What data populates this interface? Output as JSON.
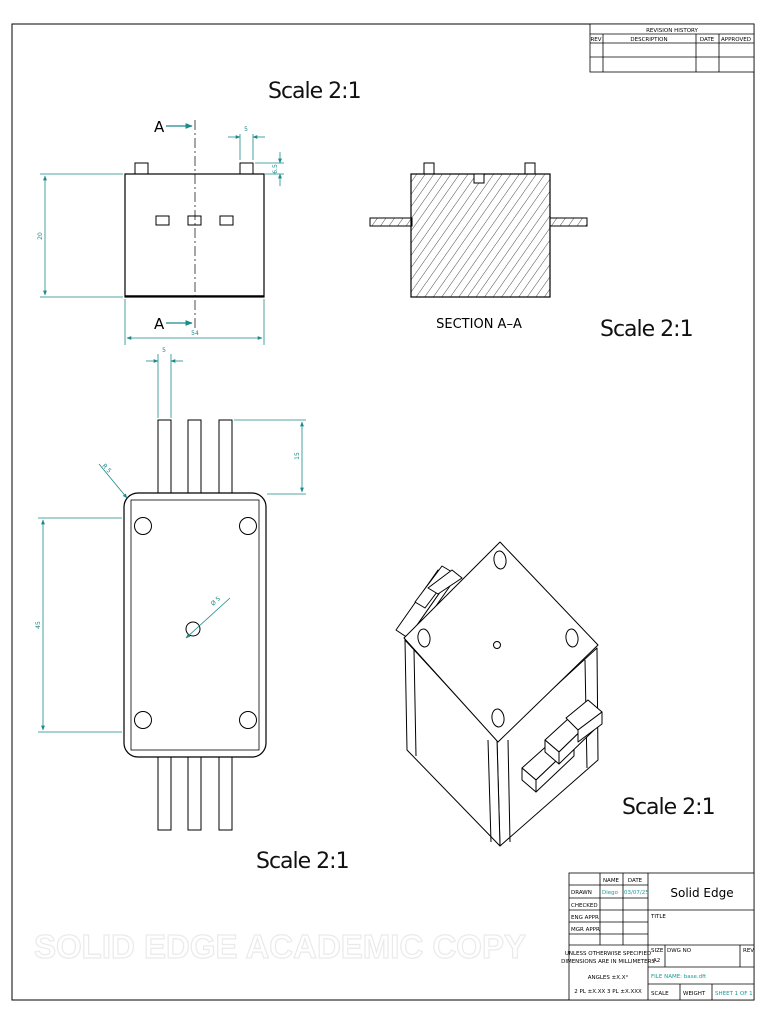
{
  "revision": {
    "title": "REVISION HISTORY",
    "columns": [
      "REV",
      "DESCRIPTION",
      "DATE",
      "APPROVED"
    ]
  },
  "views": {
    "front_scale": "Scale 2:1",
    "section_scale": "Scale 2:1",
    "top_scale": "Scale 2:1",
    "iso_scale": "Scale 2:1",
    "section_label": "SECTION A–A",
    "cut_label_top": "A",
    "cut_label_bottom": "A"
  },
  "dimensions": {
    "pin_width": "5",
    "pin_height": "6.5",
    "body_height": "20",
    "body_width": "54",
    "pin_width_top": "5",
    "pin_length": "15",
    "corner_radius": "R 5",
    "hole_diameter": "Ø 5",
    "body_depth": "45"
  },
  "title_block": {
    "col_name": "NAME",
    "col_date": "DATE",
    "row_drawn": "DRAWN",
    "row_checked": "CHECKED",
    "row_eng_appr": "ENG APPR",
    "row_mgr_appr": "MGR APPR",
    "drawn_name": "Diego",
    "drawn_date": "03/07/25",
    "company": "Solid Edge",
    "title_label": "TITLE",
    "notes": [
      "UNLESS OTHERWISE SPECIFIED",
      "DIMENSIONS ARE IN MILLIMETERS",
      "ANGLES ±X.X°",
      "2 PL ±X.XX 3 PL ±X.XXX"
    ],
    "size_label": "SIZE",
    "size_value": "A2",
    "dwg_no_label": "DWG NO",
    "rev_label": "REV",
    "file_name": "FILE NAME: base.dft",
    "scale_label": "SCALE",
    "weight_label": "WEIGHT",
    "sheet": "SHEET 1 OF 1"
  },
  "watermark": "SOLID EDGE ACADEMIC COPY",
  "colors": {
    "dimension": "#1a8a8a",
    "line": "#000000",
    "watermark": "#eaeaea"
  }
}
